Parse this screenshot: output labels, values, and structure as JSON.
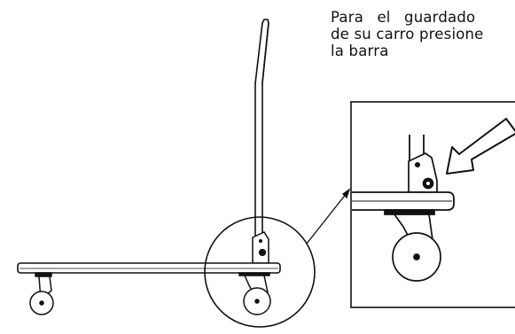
{
  "instructions": {
    "line_1": "Para  el  guardado",
    "line_2": "de su carro presione",
    "line_3": "la barra"
  },
  "icons": {
    "press_direction": "arrow-icon",
    "callout_pointer": "leader-arrow-icon"
  },
  "colors": {
    "line": "#111111",
    "background": "#ffffff",
    "fill_dark": "#111111"
  }
}
